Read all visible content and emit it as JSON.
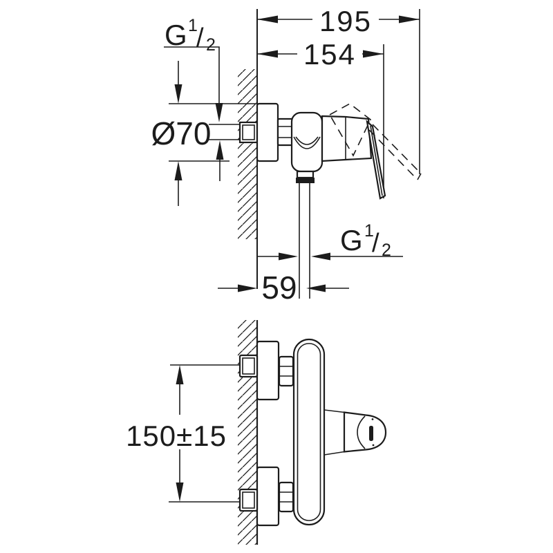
{
  "drawing": {
    "title_semantic": "shower-mixer-installation-drawing",
    "background": "#ffffff",
    "line_color": "#1c1c1c",
    "dimensions": {
      "wall_to_lever_raised": "195",
      "wall_to_lever": "154",
      "escutcheon_diameter": "Ø70",
      "wall_to_outlet_center": "59",
      "inlet_spacing": "150±15"
    },
    "thread": {
      "g": "G",
      "num": "1",
      "slash": "/",
      "den": "2"
    }
  }
}
